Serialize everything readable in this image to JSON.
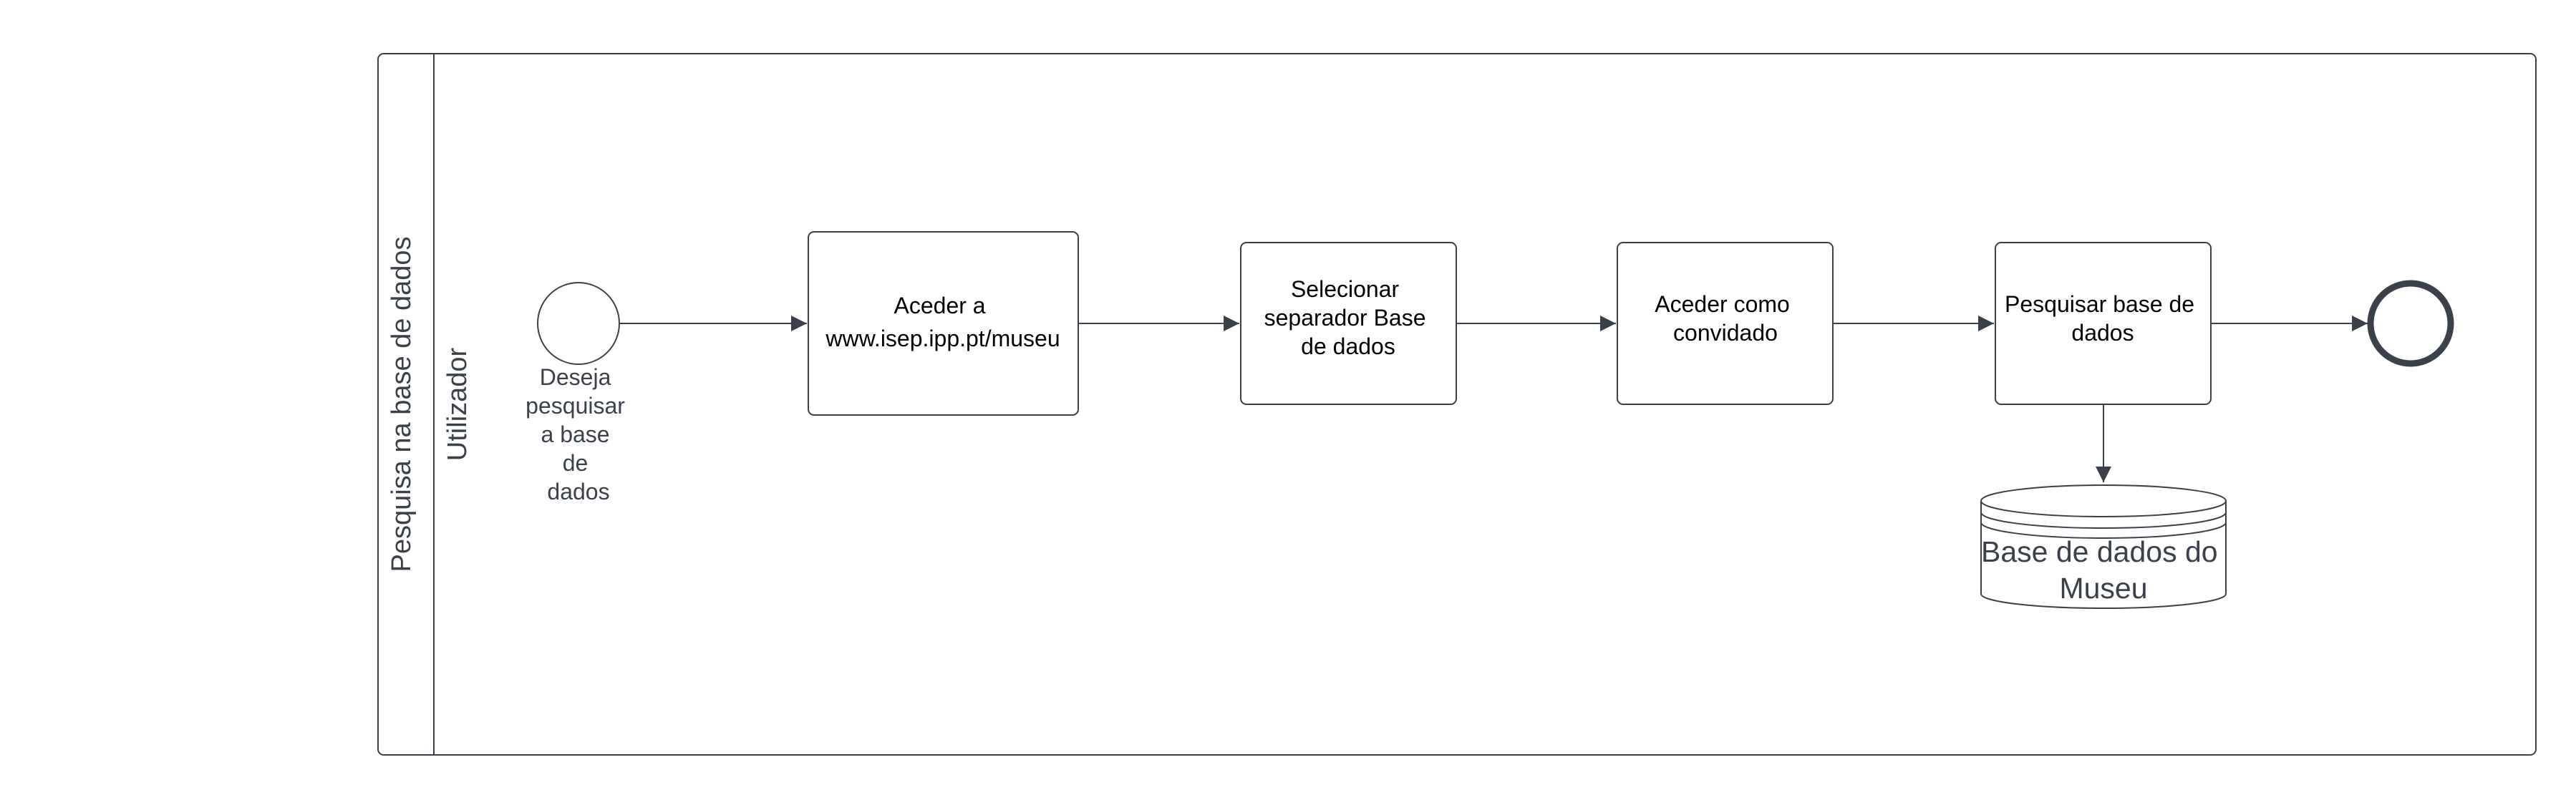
{
  "pool": {
    "label": "Pesquisa na base de dados"
  },
  "lane": {
    "label": "Utilizador"
  },
  "start_event": {
    "label_lines": [
      "Deseja",
      "pesquisar",
      "a base",
      "de",
      "dados"
    ]
  },
  "tasks": [
    {
      "id": "task-1",
      "lines": [
        "Aceder a",
        "www.isep.ipp.pt/museu"
      ]
    },
    {
      "id": "task-2",
      "lines": [
        "Selecionar",
        "separador Base",
        "de dados"
      ]
    },
    {
      "id": "task-3",
      "lines": [
        "Aceder como",
        "convidado"
      ]
    },
    {
      "id": "task-4",
      "lines": [
        "Pesquisar base de",
        "dados"
      ]
    }
  ],
  "data_store": {
    "lines": [
      "Base de dados do",
      "Museu"
    ]
  },
  "colors": {
    "stroke": "#3a414a",
    "background": "#ffffff",
    "text": "#000000"
  }
}
